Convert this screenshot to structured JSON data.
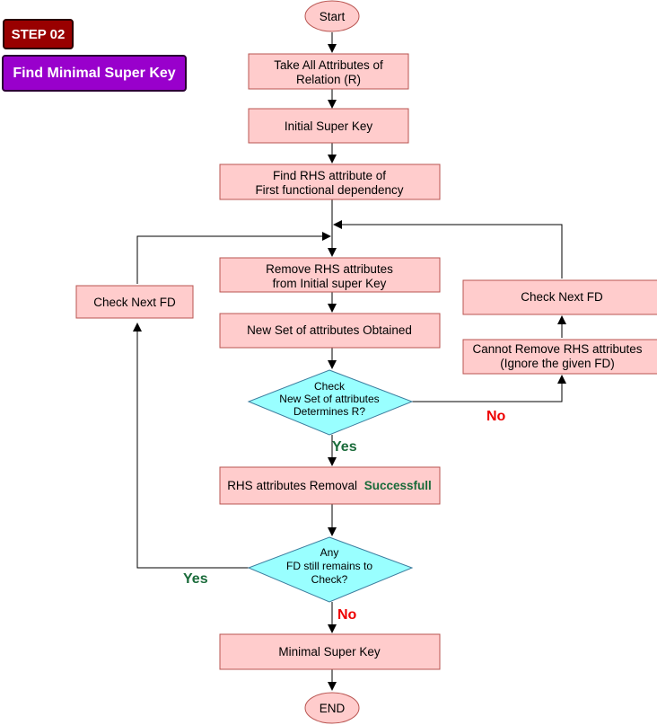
{
  "header": {
    "step": "STEP 02",
    "title": "Find Minimal Super Key"
  },
  "colors": {
    "step_badge": "#990000",
    "title_badge": "#9900cc",
    "process_fill": "#ffcccc",
    "decision_fill": "#99ffff",
    "yes_label": "#1a6b3a",
    "no_label": "#ee0000"
  },
  "nodes": {
    "start": "Start",
    "take_all_1": "Take All Attributes of",
    "take_all_2": "Relation (R)",
    "initial_super_key": "Initial Super Key",
    "find_rhs_1": "Find RHS attribute of",
    "find_rhs_2": "First functional dependency",
    "remove_rhs_1": "Remove RHS attributes",
    "remove_rhs_2": "from Initial super Key",
    "new_set": "New Set of attributes Obtained",
    "check_1": "Check",
    "check_2": "New Set of attributes",
    "check_3": "Determines R?",
    "removal_prefix": "RHS attributes Removal",
    "removal_success": "Successfull",
    "any_fd_1": "Any",
    "any_fd_2": "FD still remains to",
    "any_fd_3": "Check?",
    "minimal_super_key": "Minimal Super Key",
    "end": "END",
    "check_next_left": "Check Next FD",
    "check_next_right": "Check Next FD",
    "cannot_remove_1": "Cannot Remove RHS attributes",
    "cannot_remove_2": "(Ignore the given FD)"
  },
  "labels": {
    "yes_1": "Yes",
    "no_1": "No",
    "yes_2": "Yes",
    "no_2": "No"
  }
}
